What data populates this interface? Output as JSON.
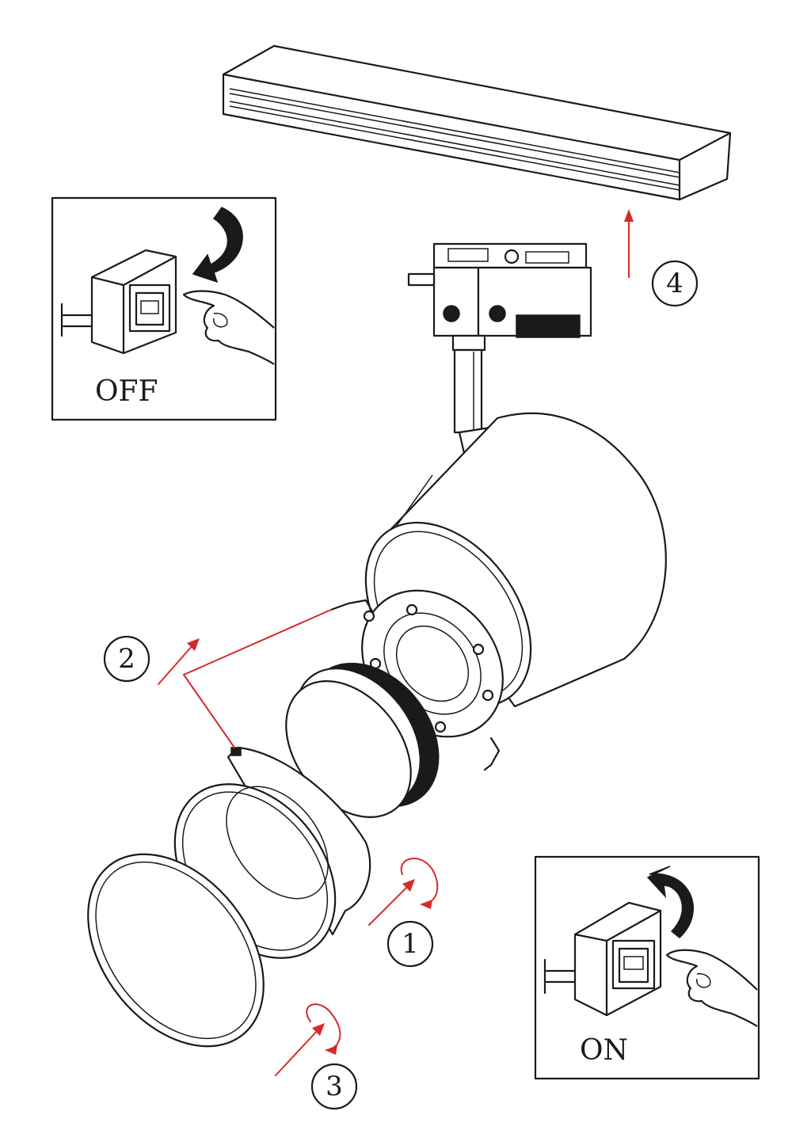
{
  "panels": {
    "off_label": "OFF",
    "on_label": "ON"
  },
  "steps": [
    {
      "number": "1"
    },
    {
      "number": "2"
    },
    {
      "number": "3"
    },
    {
      "number": "4"
    }
  ],
  "colors": {
    "line": "#1a1a1a",
    "arrow": "#d62a2a",
    "background": "#ffffff"
  },
  "icons": [
    "track-rail",
    "track-adapter",
    "spotlight-body",
    "driver-plate",
    "led-module",
    "reflector",
    "retaining-ring",
    "power-switch-box",
    "hand"
  ]
}
